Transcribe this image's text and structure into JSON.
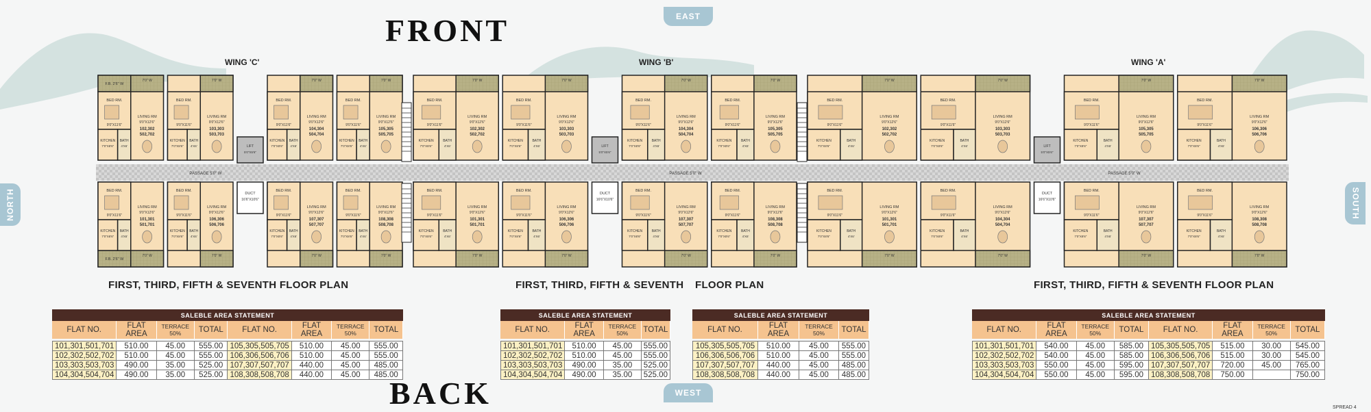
{
  "header": {
    "front": "FRONT",
    "back": "BACK"
  },
  "compass": {
    "east": "EAST",
    "west": "WEST",
    "north": "NORTH",
    "south": "SOUTH"
  },
  "colors": {
    "terrace": "#b7b186",
    "room": "#f8dfb8",
    "passage": "#cfcfcf",
    "table_title": "#4b2b24",
    "table_header": "#f5c38f",
    "compass_tab": "#a8c6d3",
    "hills": "#d4e2e0"
  },
  "rooms": {
    "bed": "BED RM.",
    "bed_dim": "9'0\"X11'6\"",
    "kitchen": "KITCHEN",
    "kitchen_dim": "7'0\"X8'6\"",
    "living": "LIVING RM",
    "living_dim": "9'0\"X12'6\"",
    "bath": "BATH",
    "bath_dim": "4'X6'",
    "terrace": "7'0\" W",
    "duct": "DUCT",
    "duct_dim": "16'6\"X10'6\"",
    "lift": "LIFT",
    "lift_dim": "5'0\"X5'6\"",
    "passage": "PASSAGE 5'0\" W",
    "fb": "F.B. 2'6\" W"
  },
  "wings": [
    {
      "name": "WING 'C'",
      "top": [
        "102,302 502,702",
        "103,303 503,703",
        "104,304 504,704",
        "105,305 505,705"
      ],
      "bottom": [
        "101,301 501,701",
        "106,306 506,706",
        "107,307 507,707",
        "108,308 508,708"
      ]
    },
    {
      "name": "WING 'B'",
      "top": [
        "102,302 502,702",
        "103,303 503,703",
        "104,304 504,704",
        "105,305 505,705"
      ],
      "bottom": [
        "101,301 501,701",
        "106,306 506,706",
        "107,307 507,707",
        "108,308 508,708"
      ]
    },
    {
      "name": "WING 'A'",
      "top": [
        "102,302 502,702",
        "103,303 503,703",
        "105,305 505,705",
        "106,306 506,706"
      ],
      "bottom": [
        "101,301 501,701",
        "104,304 504,704",
        "107,307 507,707",
        "108,308 508,708"
      ]
    }
  ],
  "plan_titles": {
    "left": "FIRST, THIRD, FIFTH & SEVENTH FLOOR PLAN",
    "middle_a": "FIRST, THIRD, FIFTH & SEVENTH",
    "middle_b": "FLOOR PLAN",
    "right": "FIRST, THIRD, FIFTH & SEVENTH FLOOR PLAN"
  },
  "tables": [
    {
      "title": "SALEBLE AREA  STATEMENT",
      "headers": [
        "FLAT NO.",
        "FLAT AREA",
        "TERRACE 50%",
        "TOTAL",
        "FLAT NO.",
        "FLAT AREA",
        "TERRACE 50%",
        "TOTAL"
      ],
      "rows": [
        [
          "101,301,501,701",
          "510.00",
          "45.00",
          "555.00",
          "105,305,505,705",
          "510.00",
          "45.00",
          "555.00"
        ],
        [
          "102,302,502,702",
          "510.00",
          "45.00",
          "555.00",
          "106,306,506,706",
          "510.00",
          "45.00",
          "555.00"
        ],
        [
          "103,303,503,703",
          "490.00",
          "35.00",
          "525.00",
          "107,307,507,707",
          "440.00",
          "45.00",
          "485.00"
        ],
        [
          "104,304,504,704",
          "490.00",
          "35.00",
          "525.00",
          "108,308,508,708",
          "440.00",
          "45.00",
          "485.00"
        ]
      ]
    },
    {
      "title": "SALEBLE AREA  STATEMENT",
      "headers": [
        "FLAT NO.",
        "FLAT AREA",
        "TERRACE 50%",
        "TOTAL"
      ],
      "rows": [
        [
          "101,301,501,701",
          "510.00",
          "45.00",
          "555.00"
        ],
        [
          "102,302,502,702",
          "510.00",
          "45.00",
          "555.00"
        ],
        [
          "103,303,503,703",
          "490.00",
          "35.00",
          "525.00"
        ],
        [
          "104,304,504,704",
          "490.00",
          "35.00",
          "525.00"
        ]
      ]
    },
    {
      "title": "SALEBLE AREA  STATEMENT",
      "headers": [
        "FLAT NO.",
        "FLAT AREA",
        "TERRACE 50%",
        "TOTAL"
      ],
      "rows": [
        [
          "105,305,505,705",
          "510.00",
          "45.00",
          "555.00"
        ],
        [
          "106,306,506,706",
          "510.00",
          "45.00",
          "555.00"
        ],
        [
          "107,307,507,707",
          "440.00",
          "45.00",
          "485.00"
        ],
        [
          "108,308,508,708",
          "440.00",
          "45.00",
          "485.00"
        ]
      ]
    },
    {
      "title": "SALEBLE AREA  STATEMENT",
      "headers": [
        "FLAT NO.",
        "FLAT AREA",
        "TERRACE 50%",
        "TOTAL",
        "FLAT NO.",
        "FLAT AREA",
        "TERRACE 50%",
        "TOTAL"
      ],
      "rows": [
        [
          "101,301,501,701",
          "540.00",
          "45.00",
          "585.00",
          "105,305,505,705",
          "515.00",
          "30.00",
          "545.00"
        ],
        [
          "102,302,502,702",
          "540.00",
          "45.00",
          "585.00",
          "106,306,506,706",
          "515.00",
          "30.00",
          "545.00"
        ],
        [
          "103,303,503,703",
          "550.00",
          "45.00",
          "595.00",
          "107,307,507,707",
          "720.00",
          "45.00",
          "765.00"
        ],
        [
          "104,304,504,704",
          "550.00",
          "45.00",
          "595.00",
          "108,308,508,708",
          "750.00",
          "",
          "750.00"
        ]
      ]
    }
  ],
  "footer": {
    "spread": "SPREAD 4"
  }
}
